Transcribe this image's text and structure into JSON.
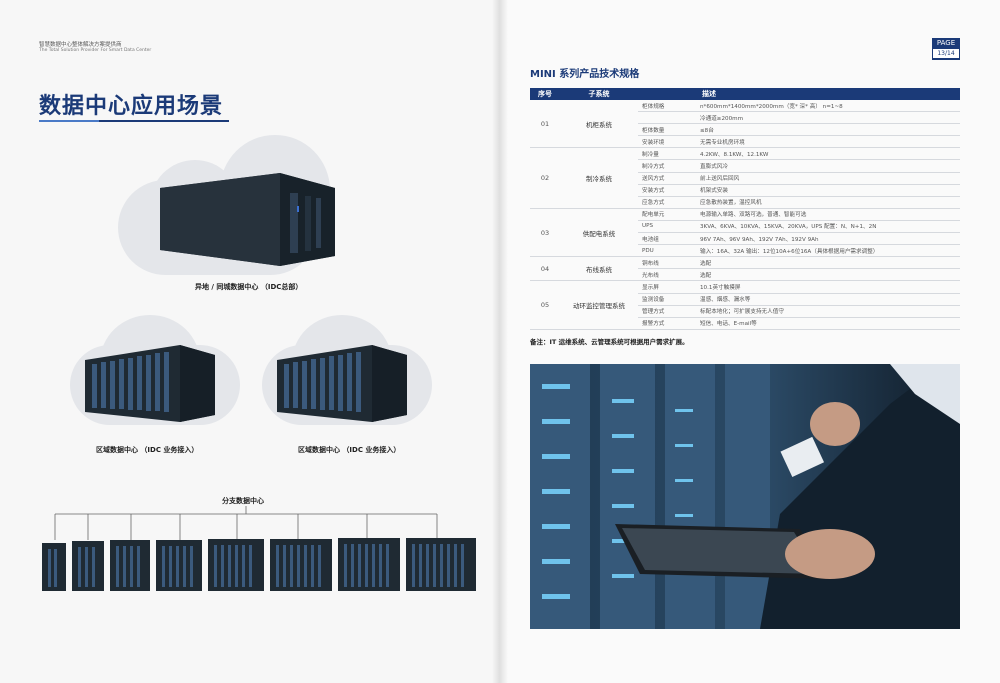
{
  "left": {
    "brand_cn": "智慧数据中心整体解决方案提供商",
    "brand_en": "The Total Solution Provider For Smart Data Center",
    "title": "数据中心应用场景",
    "caption_top": "异地 / 同城数据中心 （IDC总部）",
    "caption_mid_left": "区域数据中心 （IDC 业务接入）",
    "caption_mid_right": "区域数据中心 （IDC 业务接入）",
    "caption_branch": "分支数据中心"
  },
  "right": {
    "page_label": "PAGE",
    "page_number": "13/14",
    "spec_title": "MINI 系列产品技术规格",
    "table_headers": [
      "序号",
      "子系统",
      "",
      "描述"
    ],
    "groups": [
      {
        "num": "01",
        "system": "机柜系统",
        "rows": [
          {
            "item": "柜体规格",
            "desc": "n*600mm*1400mm*2000mm（宽* 深* 高）   n=1~8"
          },
          {
            "item": "",
            "desc": "冷通道≥200mm"
          },
          {
            "item": "柜体数量",
            "desc": "≤8台"
          },
          {
            "item": "安装环境",
            "desc": "无需专业机房环境"
          }
        ]
      },
      {
        "num": "02",
        "system": "制冷系统",
        "rows": [
          {
            "item": "制冷量",
            "desc": "4.2KW、8.1KW、12.1KW"
          },
          {
            "item": "制冷方式",
            "desc": "直膨式风冷"
          },
          {
            "item": "送风方式",
            "desc": "前上送风后回风"
          },
          {
            "item": "安装方式",
            "desc": "机架式安装"
          },
          {
            "item": "应急方式",
            "desc": "应急散热装置，温控风机"
          }
        ]
      },
      {
        "num": "03",
        "system": "供配电系统",
        "rows": [
          {
            "item": "配电单元",
            "desc": "电源输入单路、双路可选，普通、智能可选"
          },
          {
            "item": "UPS",
            "desc": "3KVA、6KVA、10KVA、15KVA、20KVA，UPS   配置：N、N+1、2N"
          },
          {
            "item": "电池组",
            "desc": "96V  7Ah、96V  9Ah、192V  7Ah、192V  9Ah"
          },
          {
            "item": "PDU",
            "desc": "输入：16A、32A      输出：12位10A+6位16A（具体根据用户需求调整）"
          }
        ]
      },
      {
        "num": "04",
        "system": "布线系统",
        "rows": [
          {
            "item": "铜布线",
            "desc": "选配"
          },
          {
            "item": "光布线",
            "desc": "选配"
          }
        ]
      },
      {
        "num": "05",
        "system": "动环监控管理系统",
        "rows": [
          {
            "item": "显示屏",
            "desc": "10.1英寸触摸屏"
          },
          {
            "item": "监测设备",
            "desc": "温感、烟感、漏水等"
          },
          {
            "item": "管理方式",
            "desc": "标配本地化；可扩展支持无人值守"
          },
          {
            "item": "报警方式",
            "desc": "短信、电话、E-mail等"
          }
        ]
      }
    ],
    "note": "备注：IT 运维系统、云管理系统可根据用户需求扩展。"
  },
  "colors": {
    "brand_blue": "#1b3a78",
    "cloud_gray": "#e4e6ea",
    "cabinet_dark": "#1f2a33"
  }
}
